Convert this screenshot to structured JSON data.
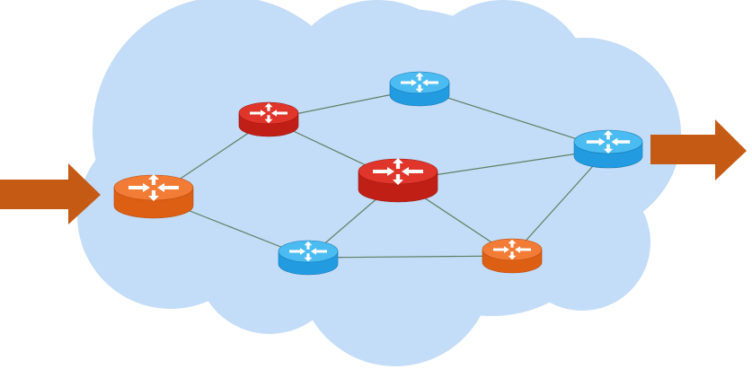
{
  "diagram": {
    "background": "#ffffff",
    "cloud_color": "#c3dcf7",
    "link_color": "#5e7f63",
    "arrow_color": "#c55a14",
    "colors": {
      "orange": {
        "top": "#f27b35",
        "side": "#dc5f14",
        "edge": "#b64a0c"
      },
      "red": {
        "top": "#e0352b",
        "side": "#c01f16",
        "edge": "#9a170f"
      },
      "blue": {
        "top": "#4bbcf2",
        "side": "#229be0",
        "edge": "#1579b5"
      }
    },
    "routers": [
      {
        "id": "r-left",
        "color": "orange",
        "size": "large"
      },
      {
        "id": "r-top-left",
        "color": "red",
        "size": "small"
      },
      {
        "id": "r-top-right",
        "color": "blue",
        "size": "small"
      },
      {
        "id": "r-center",
        "color": "red",
        "size": "large"
      },
      {
        "id": "r-right",
        "color": "blue",
        "size": "medium"
      },
      {
        "id": "r-bottom-left",
        "color": "blue",
        "size": "small"
      },
      {
        "id": "r-bottom-right",
        "color": "orange",
        "size": "small"
      }
    ],
    "links": [
      [
        "r-left",
        "r-top-left"
      ],
      [
        "r-left",
        "r-bottom-left"
      ],
      [
        "r-top-left",
        "r-top-right"
      ],
      [
        "r-top-left",
        "r-center"
      ],
      [
        "r-top-right",
        "r-right"
      ],
      [
        "r-center",
        "r-right"
      ],
      [
        "r-center",
        "r-bottom-left"
      ],
      [
        "r-center",
        "r-bottom-right"
      ],
      [
        "r-bottom-left",
        "r-bottom-right"
      ],
      [
        "r-bottom-right",
        "r-right"
      ]
    ],
    "flows": [
      {
        "id": "ingress-arrow",
        "direction": "in"
      },
      {
        "id": "egress-arrow",
        "direction": "out"
      }
    ]
  }
}
